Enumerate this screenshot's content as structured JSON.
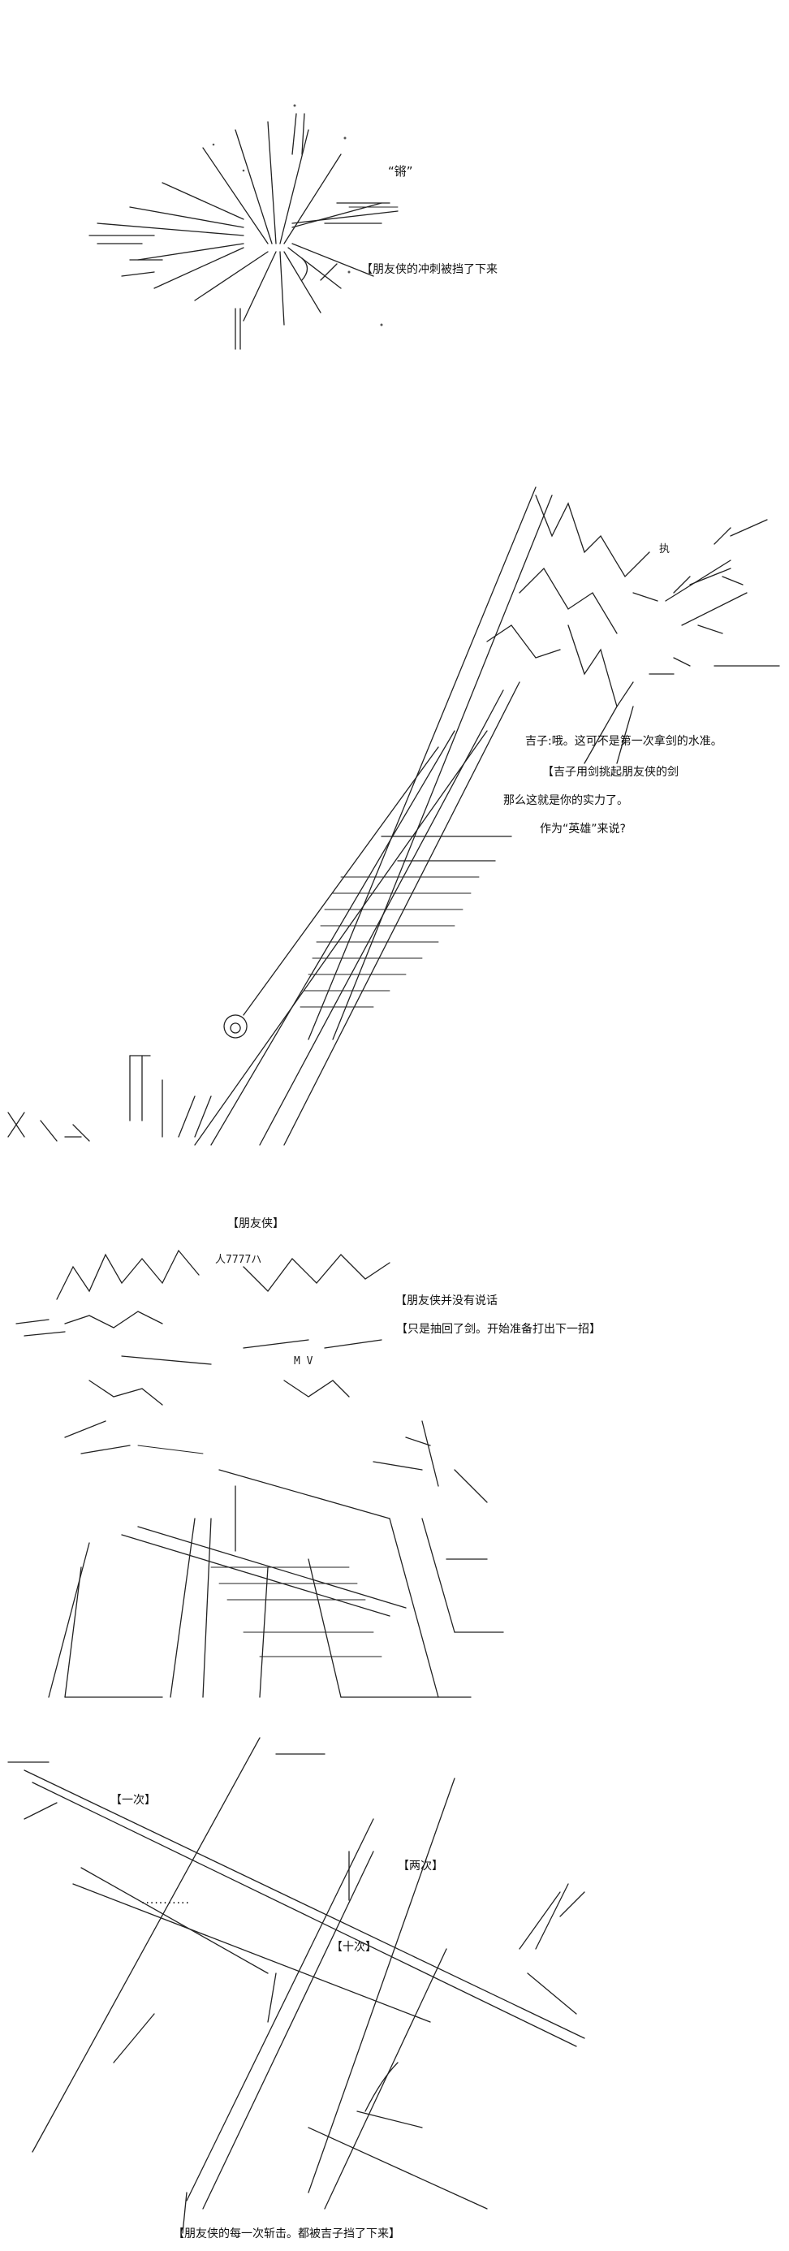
{
  "panel1": {
    "sound": "“锵”",
    "caption": "【朋友侠的冲刺被挡了下来"
  },
  "panel2": {
    "line1": "吉子:哦。这可不是第一次拿剑的水准。",
    "line2": "【吉子用剑挑起朋友侠的剑",
    "line3": "那么这就是你的实力了。",
    "line4": "作为“英雄”来说?"
  },
  "panel3": {
    "speaker": "【朋友侠】",
    "line1": "【朋友侠并没有说话",
    "line2": "【只是抽回了剑。开始准备打出下一招】"
  },
  "panel4": {
    "label1": "【一次】",
    "label2": "【两次】",
    "label3": "【十次】",
    "dots": "...........",
    "caption": "【朋友侠的每一次斩击。都被吉子挡了下来】"
  },
  "aa_glyphs": {
    "p2_tag": "执",
    "p3_tag": "人7777ハ",
    "p3_m": "M V"
  }
}
